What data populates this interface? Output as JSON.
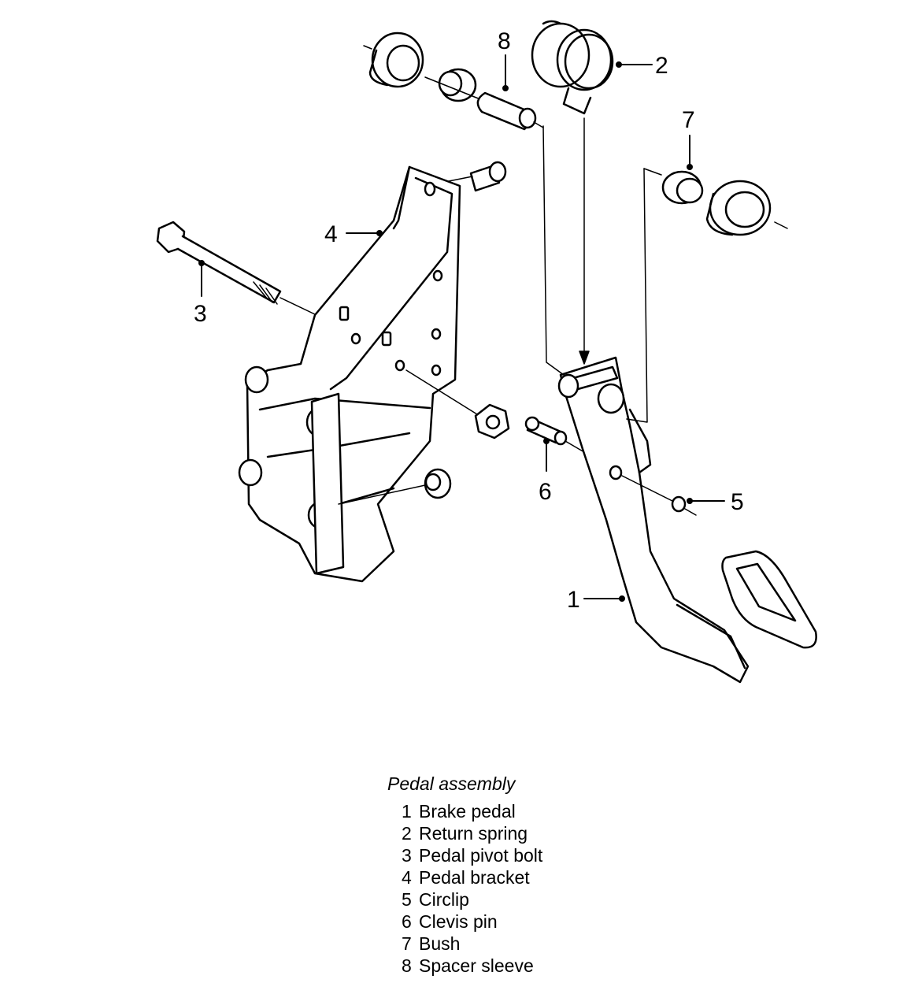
{
  "caption": {
    "title": "Pedal assembly"
  },
  "legend": [
    {
      "number": "1",
      "label": "Brake pedal"
    },
    {
      "number": "2",
      "label": "Return spring"
    },
    {
      "number": "3",
      "label": "Pedal pivot bolt"
    },
    {
      "number": "4",
      "label": "Pedal bracket"
    },
    {
      "number": "5",
      "label": "Circlip"
    },
    {
      "number": "6",
      "label": "Clevis pin"
    },
    {
      "number": "7",
      "label": "Bush"
    },
    {
      "number": "8",
      "label": "Spacer sleeve"
    }
  ],
  "callouts": {
    "c1": "1",
    "c2": "2",
    "c3": "3",
    "c4": "4",
    "c5": "5",
    "c6": "6",
    "c7": "7",
    "c8": "8"
  }
}
